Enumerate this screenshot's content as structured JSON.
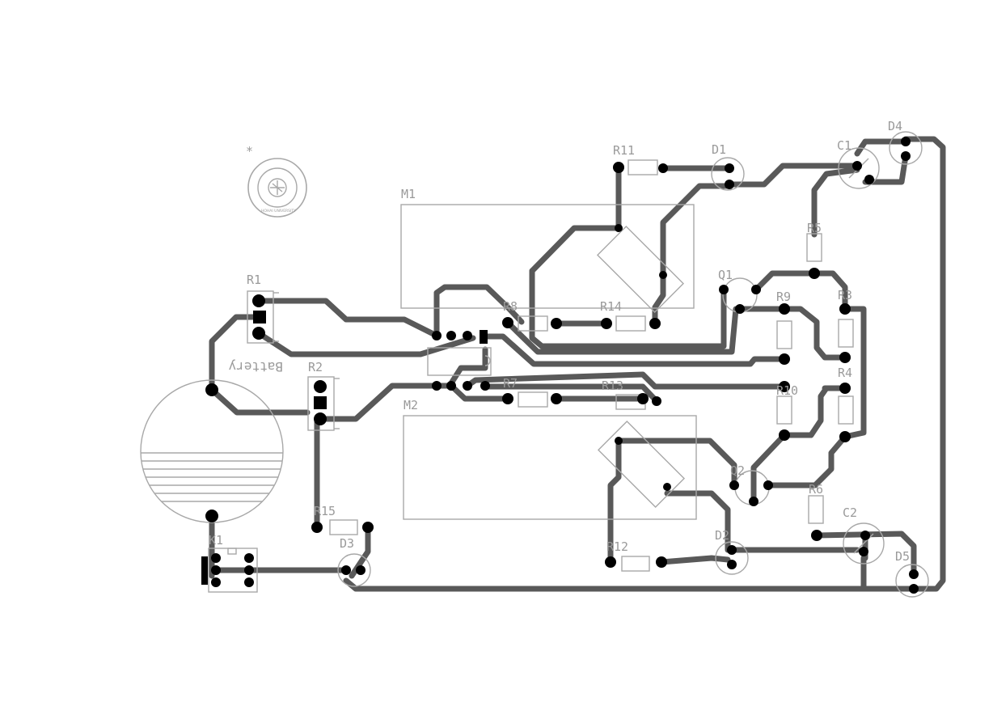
{
  "diagram": {
    "type": "pcb-layout",
    "colors": {
      "trace": "#595959",
      "silkscreen": "#a8a8a8",
      "pad": "#000000",
      "background": "#ffffff"
    },
    "logo": {
      "name": "university-seal",
      "caption": "HOHAI UNIVERSITY",
      "marker": "*"
    },
    "battery_label": "Battery",
    "components": [
      {
        "ref": "M1",
        "kind": "module"
      },
      {
        "ref": "M2",
        "kind": "module"
      },
      {
        "ref": "R1",
        "kind": "potentiometer"
      },
      {
        "ref": "R2",
        "kind": "potentiometer"
      },
      {
        "ref": "R3",
        "kind": "resistor"
      },
      {
        "ref": "R4",
        "kind": "resistor"
      },
      {
        "ref": "R5",
        "kind": "resistor"
      },
      {
        "ref": "R6",
        "kind": "resistor"
      },
      {
        "ref": "R7",
        "kind": "resistor"
      },
      {
        "ref": "R8",
        "kind": "resistor"
      },
      {
        "ref": "R9",
        "kind": "resistor"
      },
      {
        "ref": "R10",
        "kind": "resistor"
      },
      {
        "ref": "R11",
        "kind": "resistor"
      },
      {
        "ref": "R12",
        "kind": "resistor"
      },
      {
        "ref": "R13",
        "kind": "resistor"
      },
      {
        "ref": "R14",
        "kind": "resistor"
      },
      {
        "ref": "R15",
        "kind": "resistor"
      },
      {
        "ref": "D1",
        "kind": "led"
      },
      {
        "ref": "D2",
        "kind": "led"
      },
      {
        "ref": "D3",
        "kind": "led"
      },
      {
        "ref": "D4",
        "kind": "led"
      },
      {
        "ref": "D5",
        "kind": "led"
      },
      {
        "ref": "C1",
        "kind": "capacitor"
      },
      {
        "ref": "C2",
        "kind": "capacitor"
      },
      {
        "ref": "Q1",
        "kind": "transistor"
      },
      {
        "ref": "Q2",
        "kind": "transistor"
      },
      {
        "ref": "K1",
        "kind": "switch"
      }
    ]
  }
}
